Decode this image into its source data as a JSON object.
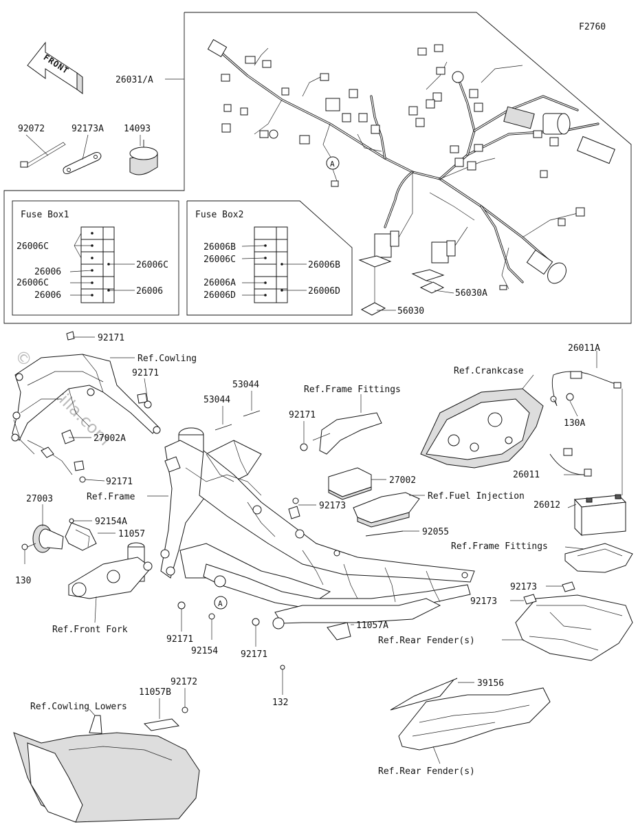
{
  "figure_code": "F2760",
  "watermark": "© Partzilla.com",
  "front_arrow": "FRONT",
  "fuse_box1": {
    "title": "Fuse Box1",
    "left_labels": [
      "26006C",
      "26006",
      "26006C",
      "26006"
    ],
    "right_labels": [
      "26006C",
      "26006"
    ]
  },
  "fuse_box2": {
    "title": "Fuse Box2",
    "left_labels": [
      "26006B",
      "26006C",
      "26006A",
      "26006D"
    ],
    "right_labels": [
      "26006B",
      "26006D"
    ]
  },
  "callouts": [
    "26031/A",
    "92072",
    "92173A",
    "14093",
    "56030",
    "56030A",
    "92171",
    "Ref.Cowling",
    "92171",
    "27002A",
    "92171",
    "Ref.Frame",
    "27003",
    "92154A",
    "11057",
    "130",
    "Ref.Front Fork",
    "53044",
    "53044",
    "Ref.Frame Fittings",
    "92171",
    "27002",
    "92173",
    "Ref.Fuel Injection",
    "92055",
    "Ref.Crankcase",
    "26011A",
    "130A",
    "26011",
    "26012",
    "Ref.Frame Fittings",
    "92173",
    "92173",
    "11057A",
    "Ref.Rear Fender(s)",
    "92171",
    "92154",
    "92171",
    "132",
    "92172",
    "11057B",
    "Ref.Cowling Lowers",
    "39156",
    "Ref.Rear Fender(s)"
  ],
  "ref_markers": [
    "A",
    "A"
  ]
}
